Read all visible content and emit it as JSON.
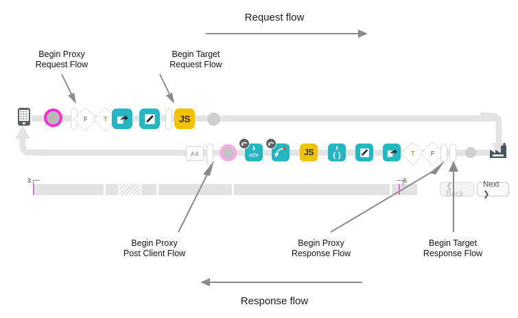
{
  "diagram": {
    "title_request": "Request flow",
    "title_response": "Response flow",
    "callouts": {
      "begin_proxy_request": "Begin Proxy\nRequest Flow",
      "begin_proxy_request_l1": "Begin Proxy",
      "begin_proxy_request_l2": "Request Flow",
      "begin_target_request_l1": "Begin Target",
      "begin_target_request_l2": "Request Flow",
      "begin_proxy_post_client_l1": "Begin Proxy",
      "begin_proxy_post_client_l2": "Post Client Flow",
      "begin_proxy_response_l1": "Begin Proxy",
      "begin_proxy_response_l2": "Response Flow",
      "begin_target_response_l1": "Begin Target",
      "begin_target_response_l2": "Response Flow"
    },
    "endpoints": {
      "client_icon": "mobile-phone-icon",
      "target_icon": "factory-icon"
    },
    "request_row": {
      "nodes": [
        {
          "kind": "ring-magenta",
          "label": ""
        },
        {
          "kind": "pill",
          "label": ""
        },
        {
          "kind": "diamond-f",
          "label": "F"
        },
        {
          "kind": "diamond-t",
          "label": "T"
        },
        {
          "kind": "teal-route",
          "label": ""
        },
        {
          "kind": "teal-pencil",
          "label": ""
        },
        {
          "kind": "pill",
          "label": ""
        },
        {
          "kind": "js",
          "label": "JS"
        },
        {
          "kind": "dot",
          "label": ""
        }
      ]
    },
    "response_row": {
      "nodes": [
        {
          "kind": "ax",
          "label": "AX"
        },
        {
          "kind": "pill",
          "label": ""
        },
        {
          "kind": "ring-pink",
          "label": ""
        },
        {
          "kind": "teal-code",
          "label": "</>"
        },
        {
          "kind": "teal-curve",
          "label": ""
        },
        {
          "kind": "js",
          "label": "JS"
        },
        {
          "kind": "teal-json",
          "label": "{ }"
        },
        {
          "kind": "teal-pencil",
          "label": ""
        },
        {
          "kind": "teal-route",
          "label": ""
        },
        {
          "kind": "diamond-t",
          "label": "T"
        },
        {
          "kind": "diamond-f",
          "label": "F"
        },
        {
          "kind": "pill",
          "label": ""
        },
        {
          "kind": "pill",
          "label": ""
        },
        {
          "kind": "dot",
          "label": ""
        }
      ]
    },
    "timeline": {
      "left_label": "3",
      "right_label": "6"
    },
    "controls": {
      "back_label": "❮ Back",
      "next_label": "Next ❯"
    },
    "colors": {
      "teal": "#25b6c4",
      "js_yellow": "#f2c200",
      "magenta": "#ff2ad4",
      "pink": "#ffa6e8",
      "rail_grey": "#e4e4e4",
      "target_slate": "#4a555e",
      "arrow_grey": "#808080"
    }
  }
}
